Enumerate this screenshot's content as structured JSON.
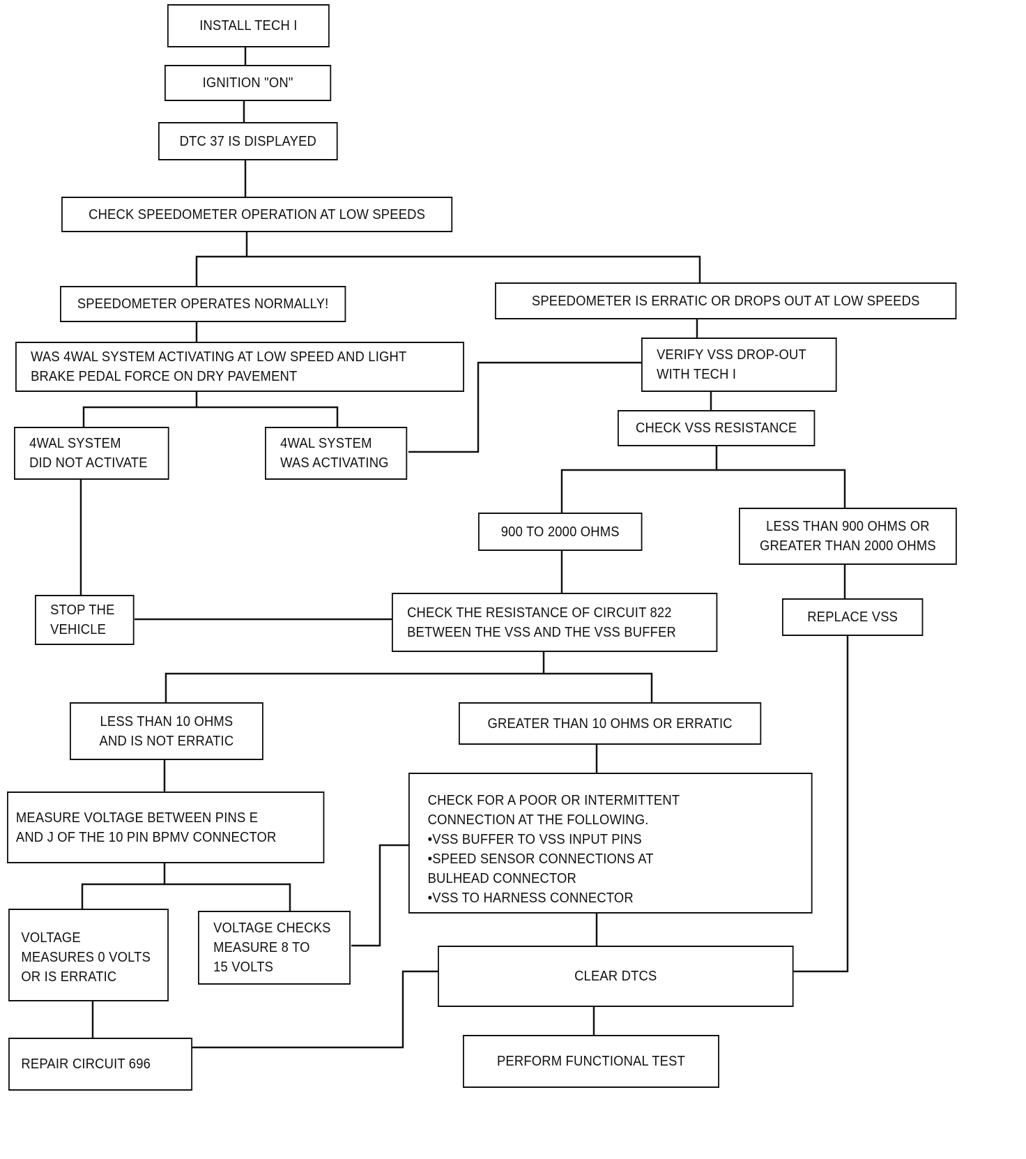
{
  "diagram": {
    "type": "flowchart",
    "title": "DTC 37 Speedometer / VSS Diagnostic Flowchart",
    "nodes": [
      {
        "id": "install_tech1",
        "label": "INSTALL TECH I"
      },
      {
        "id": "ignition_on",
        "label": "IGNITION \"ON\""
      },
      {
        "id": "dtc37",
        "label": "DTC 37 IS DISPLAYED"
      },
      {
        "id": "check_speedo",
        "label": "CHECK SPEEDOMETER OPERATION AT LOW SPEEDS"
      },
      {
        "id": "speedo_normal",
        "label": "SPEEDOMETER OPERATES NORMALLY!"
      },
      {
        "id": "speedo_erratic",
        "label": "SPEEDOMETER IS ERRATIC OR DROPS OUT AT LOW SPEEDS"
      },
      {
        "id": "was_4wal",
        "label": "WAS 4WAL SYSTEM ACTIVATING AT LOW SPEED AND LIGHT\nBRAKE PEDAL FORCE ON DRY PAVEMENT"
      },
      {
        "id": "verify_vss",
        "label": "VERIFY VSS DROP-OUT\nWITH TECH I"
      },
      {
        "id": "not_activate",
        "label": "4WAL SYSTEM\nDID NOT ACTIVATE"
      },
      {
        "id": "was_activating",
        "label": "4WAL SYSTEM\nWAS  ACTIVATING"
      },
      {
        "id": "check_vss_res",
        "label": "CHECK VSS RESISTANCE"
      },
      {
        "id": "ohms_ok",
        "label": "900 TO 2000 OHMS"
      },
      {
        "id": "ohms_bad",
        "label": "LESS THAN 900 OHMS OR\nGREATER THAN 2000 OHMS"
      },
      {
        "id": "stop_vehicle",
        "label": "STOP THE\nVEHICLE"
      },
      {
        "id": "check_822",
        "label": "CHECK THE RESISTANCE OF CIRCUIT 822\nBETWEEN THE VSS AND THE VSS BUFFER"
      },
      {
        "id": "replace_vss",
        "label": "REPLACE VSS"
      },
      {
        "id": "less_10",
        "label": "LESS THAN 10 OHMS\nAND IS NOT ERRATIC"
      },
      {
        "id": "greater_10",
        "label": "GREATER THAN 10 OHMS OR ERRATIC"
      },
      {
        "id": "measure_voltage",
        "label": "MEASURE VOLTAGE BETWEEN PINS E\nAND J OF THE 10 PIN BPMV CONNECTOR"
      },
      {
        "id": "check_poor_conn",
        "label": "CHECK FOR A POOR OR INTERMITTENT\nCONNECTION AT THE FOLLOWING.\n      •VSS BUFFER TO VSS INPUT PINS\n      •SPEED SENSOR CONNECTIONS AT\n       BULHEAD CONNECTOR\n      •VSS TO HARNESS CONNECTOR"
      },
      {
        "id": "volt_0",
        "label": "VOLTAGE\nMEASURES 0 VOLTS\nOR IS ERRATIC"
      },
      {
        "id": "volt_8_15",
        "label": "VOLTAGE CHECKS\nMEASURE 8 TO\n15 VOLTS"
      },
      {
        "id": "clear_dtcs",
        "label": "CLEAR DTCS"
      },
      {
        "id": "repair_696",
        "label": "REPAIR CIRCUIT 696"
      },
      {
        "id": "functional_test",
        "label": "PERFORM FUNCTIONAL TEST"
      }
    ],
    "edges": [
      [
        "install_tech1",
        "ignition_on"
      ],
      [
        "ignition_on",
        "dtc37"
      ],
      [
        "dtc37",
        "check_speedo"
      ],
      [
        "check_speedo",
        "speedo_normal"
      ],
      [
        "check_speedo",
        "speedo_erratic"
      ],
      [
        "speedo_normal",
        "was_4wal"
      ],
      [
        "speedo_erratic",
        "verify_vss"
      ],
      [
        "was_4wal",
        "not_activate"
      ],
      [
        "was_4wal",
        "was_activating"
      ],
      [
        "was_activating",
        "verify_vss"
      ],
      [
        "verify_vss",
        "check_vss_res"
      ],
      [
        "check_vss_res",
        "ohms_ok"
      ],
      [
        "check_vss_res",
        "ohms_bad"
      ],
      [
        "not_activate",
        "stop_vehicle"
      ],
      [
        "stop_vehicle",
        "check_822"
      ],
      [
        "ohms_ok",
        "check_822"
      ],
      [
        "ohms_bad",
        "replace_vss"
      ],
      [
        "check_822",
        "less_10"
      ],
      [
        "check_822",
        "greater_10"
      ],
      [
        "less_10",
        "measure_voltage"
      ],
      [
        "greater_10",
        "check_poor_conn"
      ],
      [
        "measure_voltage",
        "volt_0"
      ],
      [
        "measure_voltage",
        "volt_8_15"
      ],
      [
        "volt_8_15",
        "check_poor_conn"
      ],
      [
        "check_poor_conn",
        "clear_dtcs"
      ],
      [
        "replace_vss",
        "clear_dtcs"
      ],
      [
        "volt_0",
        "repair_696"
      ],
      [
        "repair_696",
        "clear_dtcs"
      ],
      [
        "clear_dtcs",
        "functional_test"
      ]
    ]
  }
}
